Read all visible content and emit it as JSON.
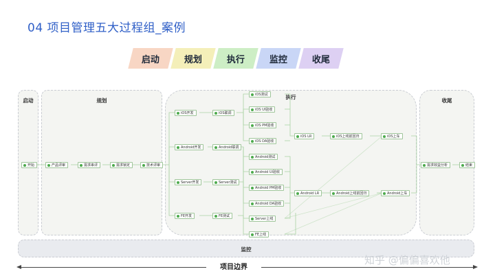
{
  "title": "04 项目管理五大过程组_案例",
  "tabs": [
    {
      "label": "启动",
      "color": "#f8d6c4"
    },
    {
      "label": "规划",
      "color": "#f4efb9"
    },
    {
      "label": "执行",
      "color": "#cdeec5"
    },
    {
      "label": "监控",
      "color": "#c9d6f6"
    },
    {
      "label": "收尾",
      "color": "#ddd0f3"
    }
  ],
  "regions": {
    "start": "启动",
    "plan": "规划",
    "execute": "执行",
    "close": "收尾",
    "monitor": "监控"
  },
  "nodes": {
    "n_start": "开始",
    "n_review": "产品评审",
    "n_req": "需求串评",
    "n_reqlock": "需求锁定",
    "n_techreview": "技术评审",
    "n_ios_dev": "iOS开发",
    "n_ios_joint": "iOS联调",
    "n_ios_test": "iOS测试",
    "n_ios_ui": "iOS UI验收",
    "n_ios_pm": "iOS PM验收",
    "n_ios_da": "iOS DA验收",
    "n_ios_lr": "iOS LR",
    "n_ios_gray": "iOS上线前回归",
    "n_ios_online": "iOS上车",
    "n_and_dev": "Android开发",
    "n_and_joint": "Android联调",
    "n_and_test": "Android测试",
    "n_and_ui": "Android UI验收",
    "n_and_pm": "Android PM验收",
    "n_and_da": "Android DA验收",
    "n_and_lr": "Android LR",
    "n_and_gray": "Android上线前回归",
    "n_and_online": "Android上车",
    "n_server_dev": "Server开发",
    "n_server_test": "Server测试",
    "n_server_online": "Server上线",
    "n_fe_dev": "FE开发",
    "n_fe_test": "FE测试",
    "n_fe_online": "FE上线",
    "n_analysis": "需求效益分析",
    "n_end": "结束"
  },
  "boundary": "项目边界",
  "watermark": "知乎 @偏偏喜欢他"
}
